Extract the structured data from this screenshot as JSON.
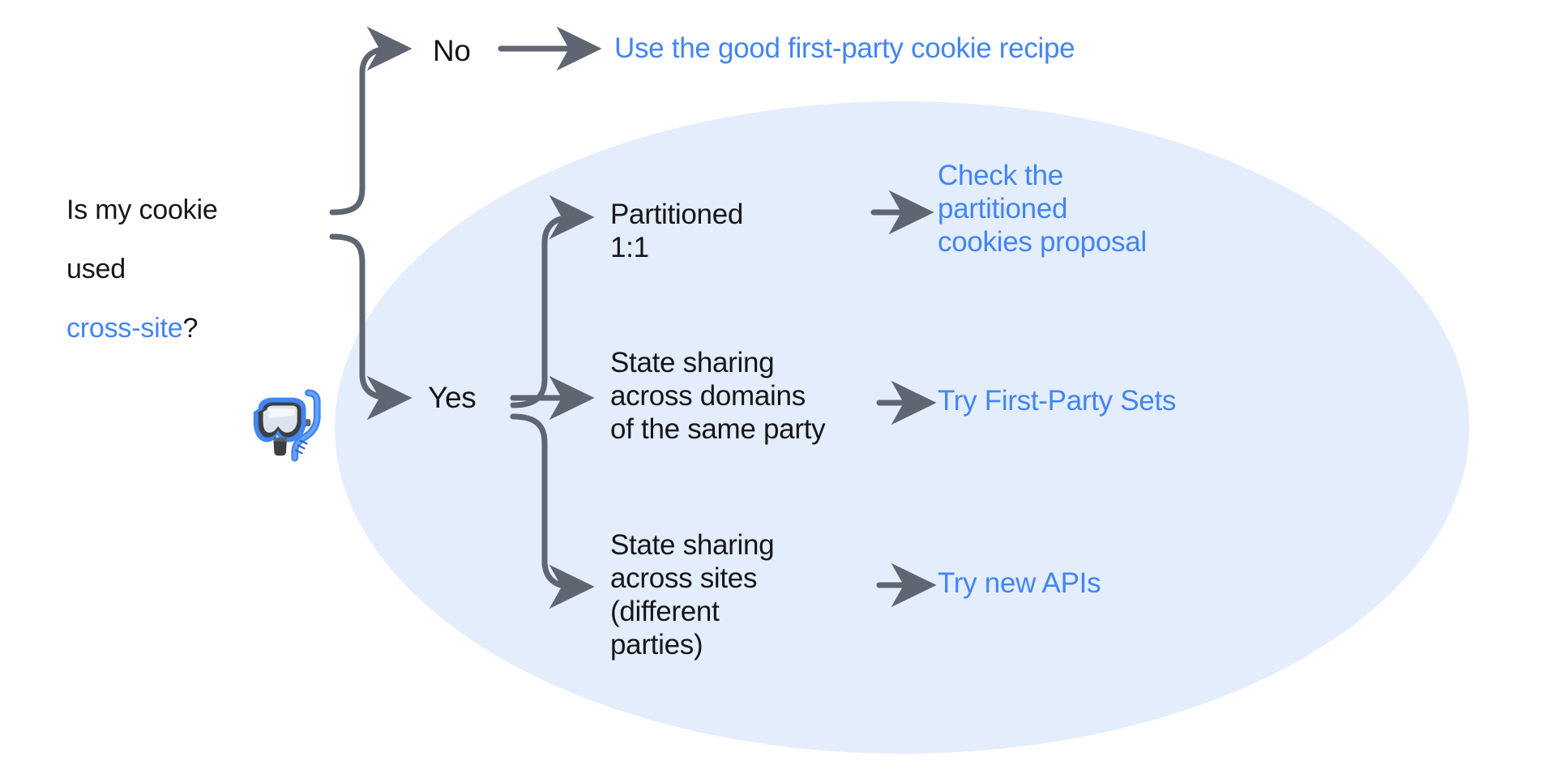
{
  "diagram": {
    "title_question": {
      "line1": "Is my cookie",
      "line2": "used ",
      "link_text": "cross-site",
      "suffix": "?"
    },
    "branches": [
      {
        "label": "No",
        "outcome": "",
        "link": "Use the good first-party cookie recipe"
      },
      {
        "label": "Yes",
        "outcome": "Partitioned\n1:1",
        "link": "Check the\npartitioned\ncookies proposal"
      },
      {
        "label": "",
        "outcome": "State sharing\nacross domains\nof the same party",
        "link": "Try First-Party Sets"
      },
      {
        "label": "",
        "outcome": "State sharing\nacross sites\n(different\nparties)",
        "link": "Try new APIs"
      }
    ],
    "emoji": {
      "name": "diving-mask-emoji",
      "glyph": "🤿"
    },
    "colors": {
      "link_blue": "#4285F4",
      "text_dark": "#141619",
      "highlight_fill": "#E4EDFB",
      "arrow_gray": "#5F6672"
    }
  }
}
